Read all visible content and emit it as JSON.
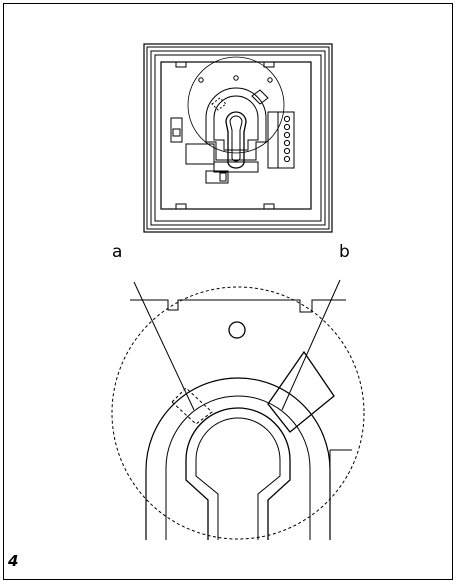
{
  "figure": {
    "number": "4",
    "callouts": {
      "a": "a",
      "b": "b"
    }
  }
}
